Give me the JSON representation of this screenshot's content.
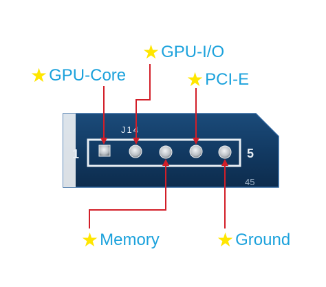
{
  "colors": {
    "label_text": "#1ca2dc",
    "star": "#ffe600",
    "leader_line": "#d21e28",
    "board_fill": "#123a63",
    "board_edge": "#29609a",
    "silk": "#e8eef4",
    "pin_metal": "#c9ced3"
  },
  "board": {
    "header_ref": "J14",
    "pin_start": "1",
    "pin_end": "5",
    "corner_marks": "45"
  },
  "labels": {
    "gpu_core": "GPU-Core",
    "gpu_io": "GPU-I/O",
    "pci_e": "PCI-E",
    "memory": "Memory",
    "ground": "Ground"
  },
  "icons": {
    "star_glyph": "★"
  }
}
